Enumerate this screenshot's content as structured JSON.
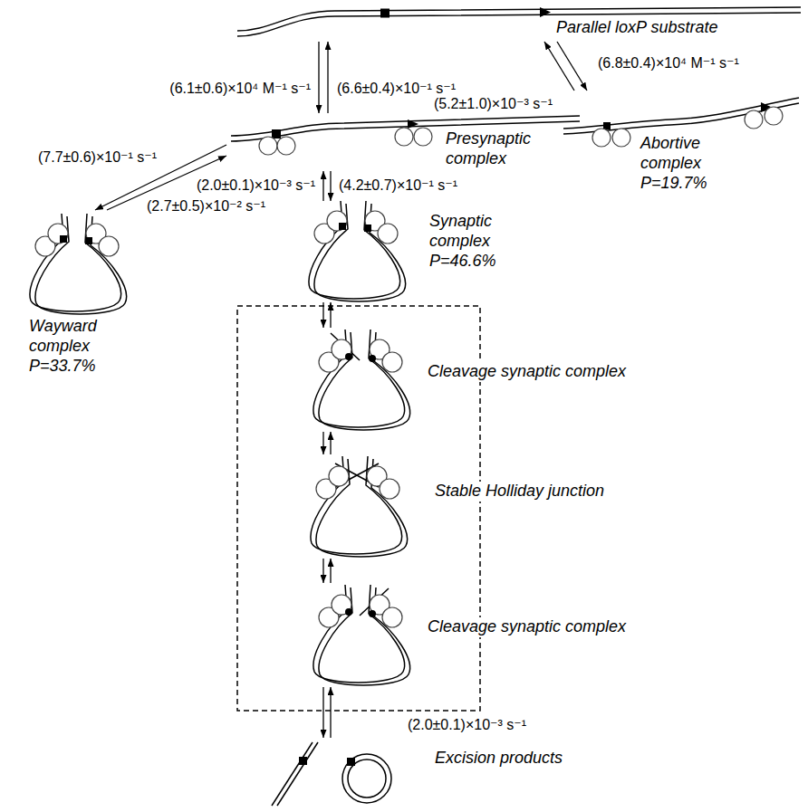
{
  "diagram": {
    "nodes": [
      {
        "text": [
          "Parallel loxP substrate"
        ]
      },
      {
        "text": [
          "Presynaptic complex"
        ]
      },
      {
        "text": [
          "Abortive complex",
          "P=19.7%"
        ]
      },
      {
        "text": [
          "Wayward complex",
          "P=33.7%"
        ]
      },
      {
        "text": [
          "Synaptic complex",
          "P=46.6%"
        ]
      },
      {
        "text": [
          "Cleavage synaptic complex"
        ]
      },
      {
        "text": [
          "Stable Holliday junction"
        ]
      },
      {
        "text": [
          "Cleavage synaptic complex"
        ]
      },
      {
        "text": [
          "Excision products"
        ]
      }
    ],
    "edges": [
      {
        "from": 0,
        "to": 1,
        "arrow": "to",
        "label": "(6.1±0.6)×10⁴ M⁻¹ s⁻¹"
      },
      {
        "from": 1,
        "to": 0,
        "arrow": "to",
        "label": "(6.6±0.4)×10⁻¹ s⁻¹"
      },
      {
        "from": 0,
        "to": 2,
        "arrow": "to",
        "label": "(6.8±0.4)×10⁴ M⁻¹ s⁻¹"
      },
      {
        "from": 2,
        "to": 0,
        "arrow": "to",
        "label": "(5.2±1.0)×10⁻³ s⁻¹"
      },
      {
        "from": 1,
        "to": 3,
        "arrow": "to",
        "label": "(7.7±0.6)×10⁻¹ s⁻¹"
      },
      {
        "from": 3,
        "to": 1,
        "arrow": "to",
        "label": "(2.7±0.5)×10⁻² s⁻¹"
      },
      {
        "from": 1,
        "to": 4,
        "arrow": "to",
        "label": "(4.2±0.7)×10⁻¹ s⁻¹"
      },
      {
        "from": 4,
        "to": 1,
        "arrow": "to",
        "label": "(2.0±0.1)×10⁻³ s⁻¹"
      },
      {
        "from": 4,
        "to": 5,
        "arrow": "to"
      },
      {
        "from": 5,
        "to": 4,
        "arrow": "to"
      },
      {
        "from": 5,
        "to": 6,
        "arrow": "to"
      },
      {
        "from": 6,
        "to": 5,
        "arrow": "to"
      },
      {
        "from": 6,
        "to": 7,
        "arrow": "to"
      },
      {
        "from": 7,
        "to": 6,
        "arrow": "to"
      },
      {
        "from": 7,
        "to": 8,
        "arrow": "to"
      },
      {
        "from": 8,
        "to": 7,
        "arrow": "to",
        "label": "(2.0±0.1)×10⁻³ s⁻¹"
      }
    ]
  }
}
